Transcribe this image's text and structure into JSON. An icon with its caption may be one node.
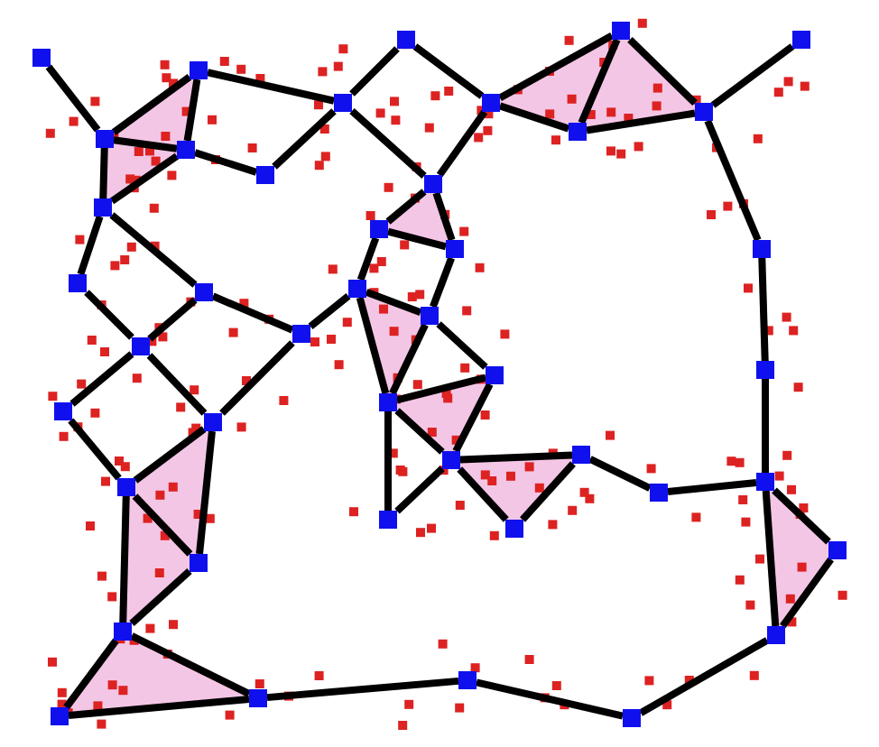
{
  "diagram": {
    "nodes": [
      {
        "text": [],
        "shape": "box"
      },
      {
        "text": [],
        "shape": "box"
      },
      {
        "text": [],
        "shape": "box"
      },
      {
        "text": [],
        "shape": "box"
      },
      {
        "text": [],
        "shape": "box"
      },
      {
        "text": [],
        "shape": "box"
      },
      {
        "text": [],
        "shape": "box"
      },
      {
        "text": [],
        "shape": "box"
      },
      {
        "text": [],
        "shape": "box"
      },
      {
        "text": [],
        "shape": "box"
      },
      {
        "text": [],
        "shape": "box"
      },
      {
        "text": [],
        "shape": "box"
      },
      {
        "text": [],
        "shape": "box"
      },
      {
        "text": [],
        "shape": "box"
      },
      {
        "text": [],
        "shape": "box"
      },
      {
        "text": [],
        "shape": "box"
      },
      {
        "text": [],
        "shape": "box"
      },
      {
        "text": [],
        "shape": "box"
      },
      {
        "text": [],
        "shape": "box"
      },
      {
        "text": [],
        "shape": "box"
      },
      {
        "text": [],
        "shape": "box"
      },
      {
        "text": [],
        "shape": "box"
      },
      {
        "text": [],
        "shape": "box"
      },
      {
        "text": [],
        "shape": "box"
      },
      {
        "text": [],
        "shape": "box"
      },
      {
        "text": [],
        "shape": "box"
      },
      {
        "text": [],
        "shape": "box"
      },
      {
        "text": [],
        "shape": "box"
      },
      {
        "text": [],
        "shape": "box"
      },
      {
        "text": [],
        "shape": "box"
      },
      {
        "text": [],
        "shape": "box"
      },
      {
        "text": [],
        "shape": "box"
      },
      {
        "text": [],
        "shape": "box"
      },
      {
        "text": [],
        "shape": "box"
      },
      {
        "text": [],
        "shape": "box"
      },
      {
        "text": [],
        "shape": "box"
      },
      {
        "text": [],
        "shape": "box"
      },
      {
        "text": [],
        "shape": "box"
      },
      {
        "text": [],
        "shape": "box"
      },
      {
        "text": [],
        "shape": "box"
      },
      {
        "text": [],
        "shape": "box"
      },
      {
        "text": [],
        "shape": "box"
      },
      {
        "text": [],
        "shape": "box"
      }
    ],
    "edges": [
      {
        "from": 0,
        "to": 2,
        "arrow": "none"
      },
      {
        "from": 2,
        "to": 1,
        "arrow": "none"
      },
      {
        "from": 1,
        "to": 3,
        "arrow": "none"
      },
      {
        "from": 2,
        "to": 3,
        "arrow": "none"
      },
      {
        "from": 1,
        "to": 5,
        "arrow": "none"
      },
      {
        "from": 3,
        "to": 4,
        "arrow": "none"
      },
      {
        "from": 4,
        "to": 5,
        "arrow": "none"
      },
      {
        "from": 2,
        "to": 7,
        "arrow": "none"
      },
      {
        "from": 7,
        "to": 3,
        "arrow": "none"
      },
      {
        "from": 5,
        "to": 6,
        "arrow": "none"
      },
      {
        "from": 5,
        "to": 12,
        "arrow": "none"
      },
      {
        "from": 6,
        "to": 17,
        "arrow": "none"
      },
      {
        "from": 17,
        "to": 19,
        "arrow": "none"
      },
      {
        "from": 17,
        "to": 18,
        "arrow": "none"
      },
      {
        "from": 18,
        "to": 19,
        "arrow": "none"
      },
      {
        "from": 19,
        "to": 20,
        "arrow": "none"
      },
      {
        "from": 18,
        "to": 20,
        "arrow": "none"
      },
      {
        "from": 20,
        "to": 21,
        "arrow": "none"
      },
      {
        "from": 20,
        "to": 22,
        "arrow": "none"
      },
      {
        "from": 22,
        "to": 23,
        "arrow": "none"
      },
      {
        "from": 17,
        "to": 12,
        "arrow": "none"
      },
      {
        "from": 12,
        "to": 13,
        "arrow": "none"
      },
      {
        "from": 12,
        "to": 14,
        "arrow": "none"
      },
      {
        "from": 13,
        "to": 14,
        "arrow": "none"
      },
      {
        "from": 13,
        "to": 15,
        "arrow": "none"
      },
      {
        "from": 14,
        "to": 16,
        "arrow": "none"
      },
      {
        "from": 15,
        "to": 16,
        "arrow": "none"
      },
      {
        "from": 15,
        "to": 11,
        "arrow": "none"
      },
      {
        "from": 15,
        "to": 25,
        "arrow": "none"
      },
      {
        "from": 16,
        "to": 25,
        "arrow": "none"
      },
      {
        "from": 16,
        "to": 24,
        "arrow": "none"
      },
      {
        "from": 24,
        "to": 25,
        "arrow": "none"
      },
      {
        "from": 25,
        "to": 29,
        "arrow": "none"
      },
      {
        "from": 25,
        "to": 34,
        "arrow": "none"
      },
      {
        "from": 24,
        "to": 34,
        "arrow": "none"
      },
      {
        "from": 29,
        "to": 34,
        "arrow": "none"
      },
      {
        "from": 34,
        "to": 35,
        "arrow": "none"
      },
      {
        "from": 34,
        "to": 36,
        "arrow": "none"
      },
      {
        "from": 36,
        "to": 35,
        "arrow": "none"
      },
      {
        "from": 35,
        "to": 37,
        "arrow": "none"
      },
      {
        "from": 37,
        "to": 38,
        "arrow": "none"
      },
      {
        "from": 23,
        "to": 38,
        "arrow": "none"
      },
      {
        "from": 38,
        "to": 39,
        "arrow": "none"
      },
      {
        "from": 38,
        "to": 40,
        "arrow": "none"
      },
      {
        "from": 39,
        "to": 40,
        "arrow": "none"
      },
      {
        "from": 40,
        "to": 42,
        "arrow": "none"
      },
      {
        "from": 42,
        "to": 41,
        "arrow": "none"
      },
      {
        "from": 41,
        "to": 33,
        "arrow": "none"
      },
      {
        "from": 33,
        "to": 32,
        "arrow": "none"
      },
      {
        "from": 33,
        "to": 31,
        "arrow": "none"
      },
      {
        "from": 31,
        "to": 32,
        "arrow": "none"
      },
      {
        "from": 31,
        "to": 28,
        "arrow": "none"
      },
      {
        "from": 31,
        "to": 30,
        "arrow": "none"
      },
      {
        "from": 28,
        "to": 30,
        "arrow": "none"
      },
      {
        "from": 28,
        "to": 27,
        "arrow": "none"
      },
      {
        "from": 27,
        "to": 30,
        "arrow": "none"
      },
      {
        "from": 26,
        "to": 28,
        "arrow": "none"
      },
      {
        "from": 26,
        "to": 10,
        "arrow": "none"
      },
      {
        "from": 27,
        "to": 11,
        "arrow": "none"
      },
      {
        "from": 27,
        "to": 10,
        "arrow": "none"
      },
      {
        "from": 7,
        "to": 9,
        "arrow": "none"
      },
      {
        "from": 7,
        "to": 8,
        "arrow": "none"
      },
      {
        "from": 8,
        "to": 10,
        "arrow": "none"
      },
      {
        "from": 10,
        "to": 9,
        "arrow": "none"
      },
      {
        "from": 9,
        "to": 11,
        "arrow": "none"
      }
    ]
  }
}
